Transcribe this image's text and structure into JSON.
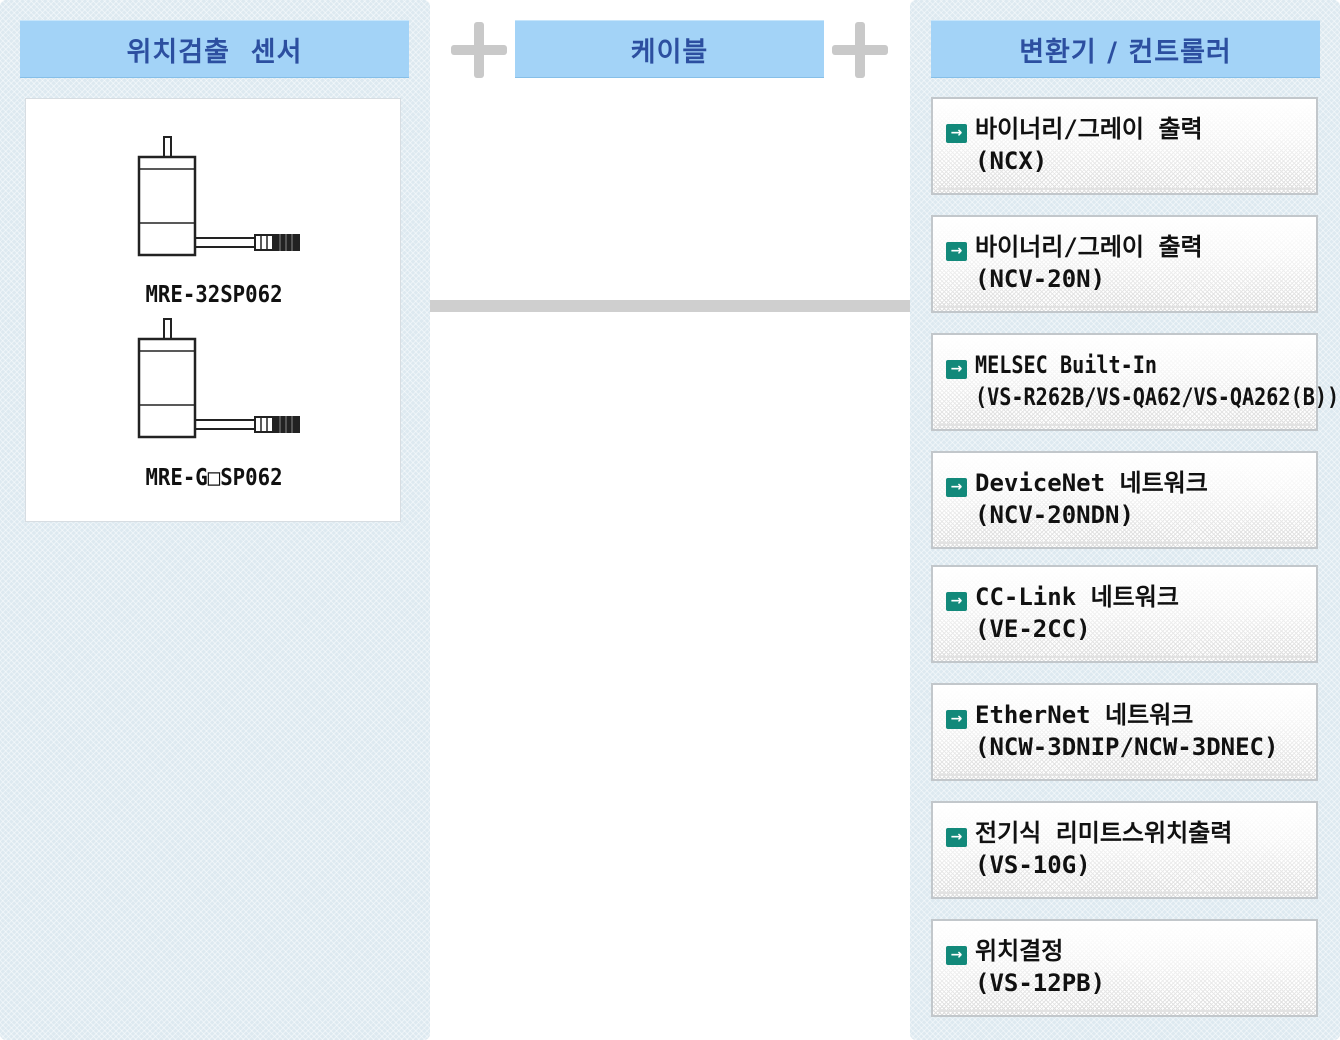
{
  "columns": {
    "sensor": {
      "title": "위치검출  센서"
    },
    "cable": {
      "title": "케이블"
    },
    "converter": {
      "title": "변환기 / 컨트롤러"
    }
  },
  "sensors": [
    {
      "model": "MRE-32SP062"
    },
    {
      "model": "MRE-G□SP062"
    }
  ],
  "converters": [
    {
      "line1": "바이너리/그레이 출력",
      "line2": "(NCX)"
    },
    {
      "line1": "바이너리/그레이 출력",
      "line2": "(NCV-20N)"
    },
    {
      "line1": "MELSEC Built-In",
      "line2": "(VS-R262B/VS-QA62/VS-QA262(B))"
    },
    {
      "line1": "DeviceNet 네트워크",
      "line2": "(NCV-20NDN)"
    },
    {
      "line1": "CC-Link 네트워크",
      "line2": "(VE-2CC)"
    },
    {
      "line1": "EtherNet 네트워크",
      "line2": "(NCW-3DNIP/NCW-3DNEC)"
    },
    {
      "line1": "전기식 리미트스위치출력",
      "line2": "(VS-10G)"
    },
    {
      "line1": "위치결정",
      "line2": "(VS-12PB)"
    }
  ],
  "colors": {
    "header_bg": "#a3d3f7",
    "header_text": "#2c4fa0",
    "arrow_icon": "#12897a",
    "panel_bg": "#dde9f0"
  },
  "icons": {
    "converter_arrow": "arrow-right-icon",
    "join": "plus-icon"
  }
}
